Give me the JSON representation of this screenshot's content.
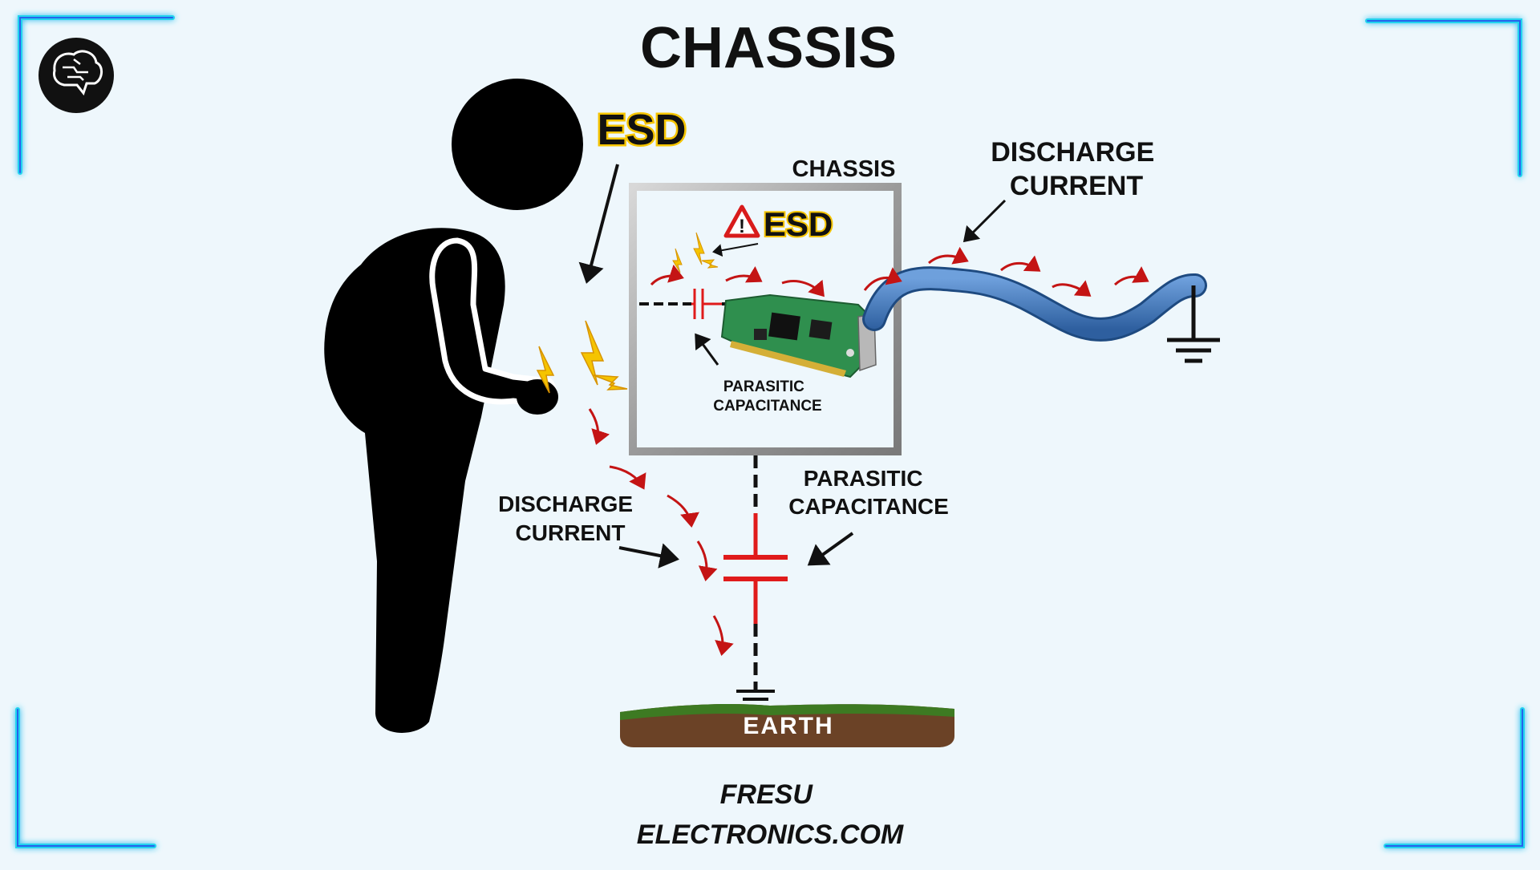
{
  "title": "CHASSIS",
  "esd_main": "ESD",
  "esd_inner": "ESD",
  "chassis_label": "CHASSIS",
  "discharge_current_top": [
    "DISCHARGE",
    "CURRENT"
  ],
  "discharge_current_left": [
    "DISCHARGE",
    "CURRENT"
  ],
  "parasitic_inner": [
    "PARASITIC",
    "CAPACITANCE"
  ],
  "parasitic_outer": [
    "PARASITIC",
    "CAPACITANCE"
  ],
  "earth_label": "EARTH",
  "footer": [
    "FRESU",
    "ELECTRONICS.COM"
  ],
  "colors": {
    "background": "#eef7fc",
    "frame_glow": "#22d3ee",
    "frame_blue": "#2563eb",
    "arrow_red": "#c41414",
    "capacitor_red": "#e01b1b",
    "spark_yellow": "#f5c400",
    "cable_blue": "#3f78c0",
    "earth_brown": "#6b4226",
    "grass_green": "#3d7a22",
    "pcb_green": "#2f8f4e"
  },
  "icons": [
    "brain-logo-icon",
    "warning-triangle-icon",
    "spark-icon",
    "ground-symbol-icon",
    "pcb-card-icon",
    "stick-figure"
  ]
}
